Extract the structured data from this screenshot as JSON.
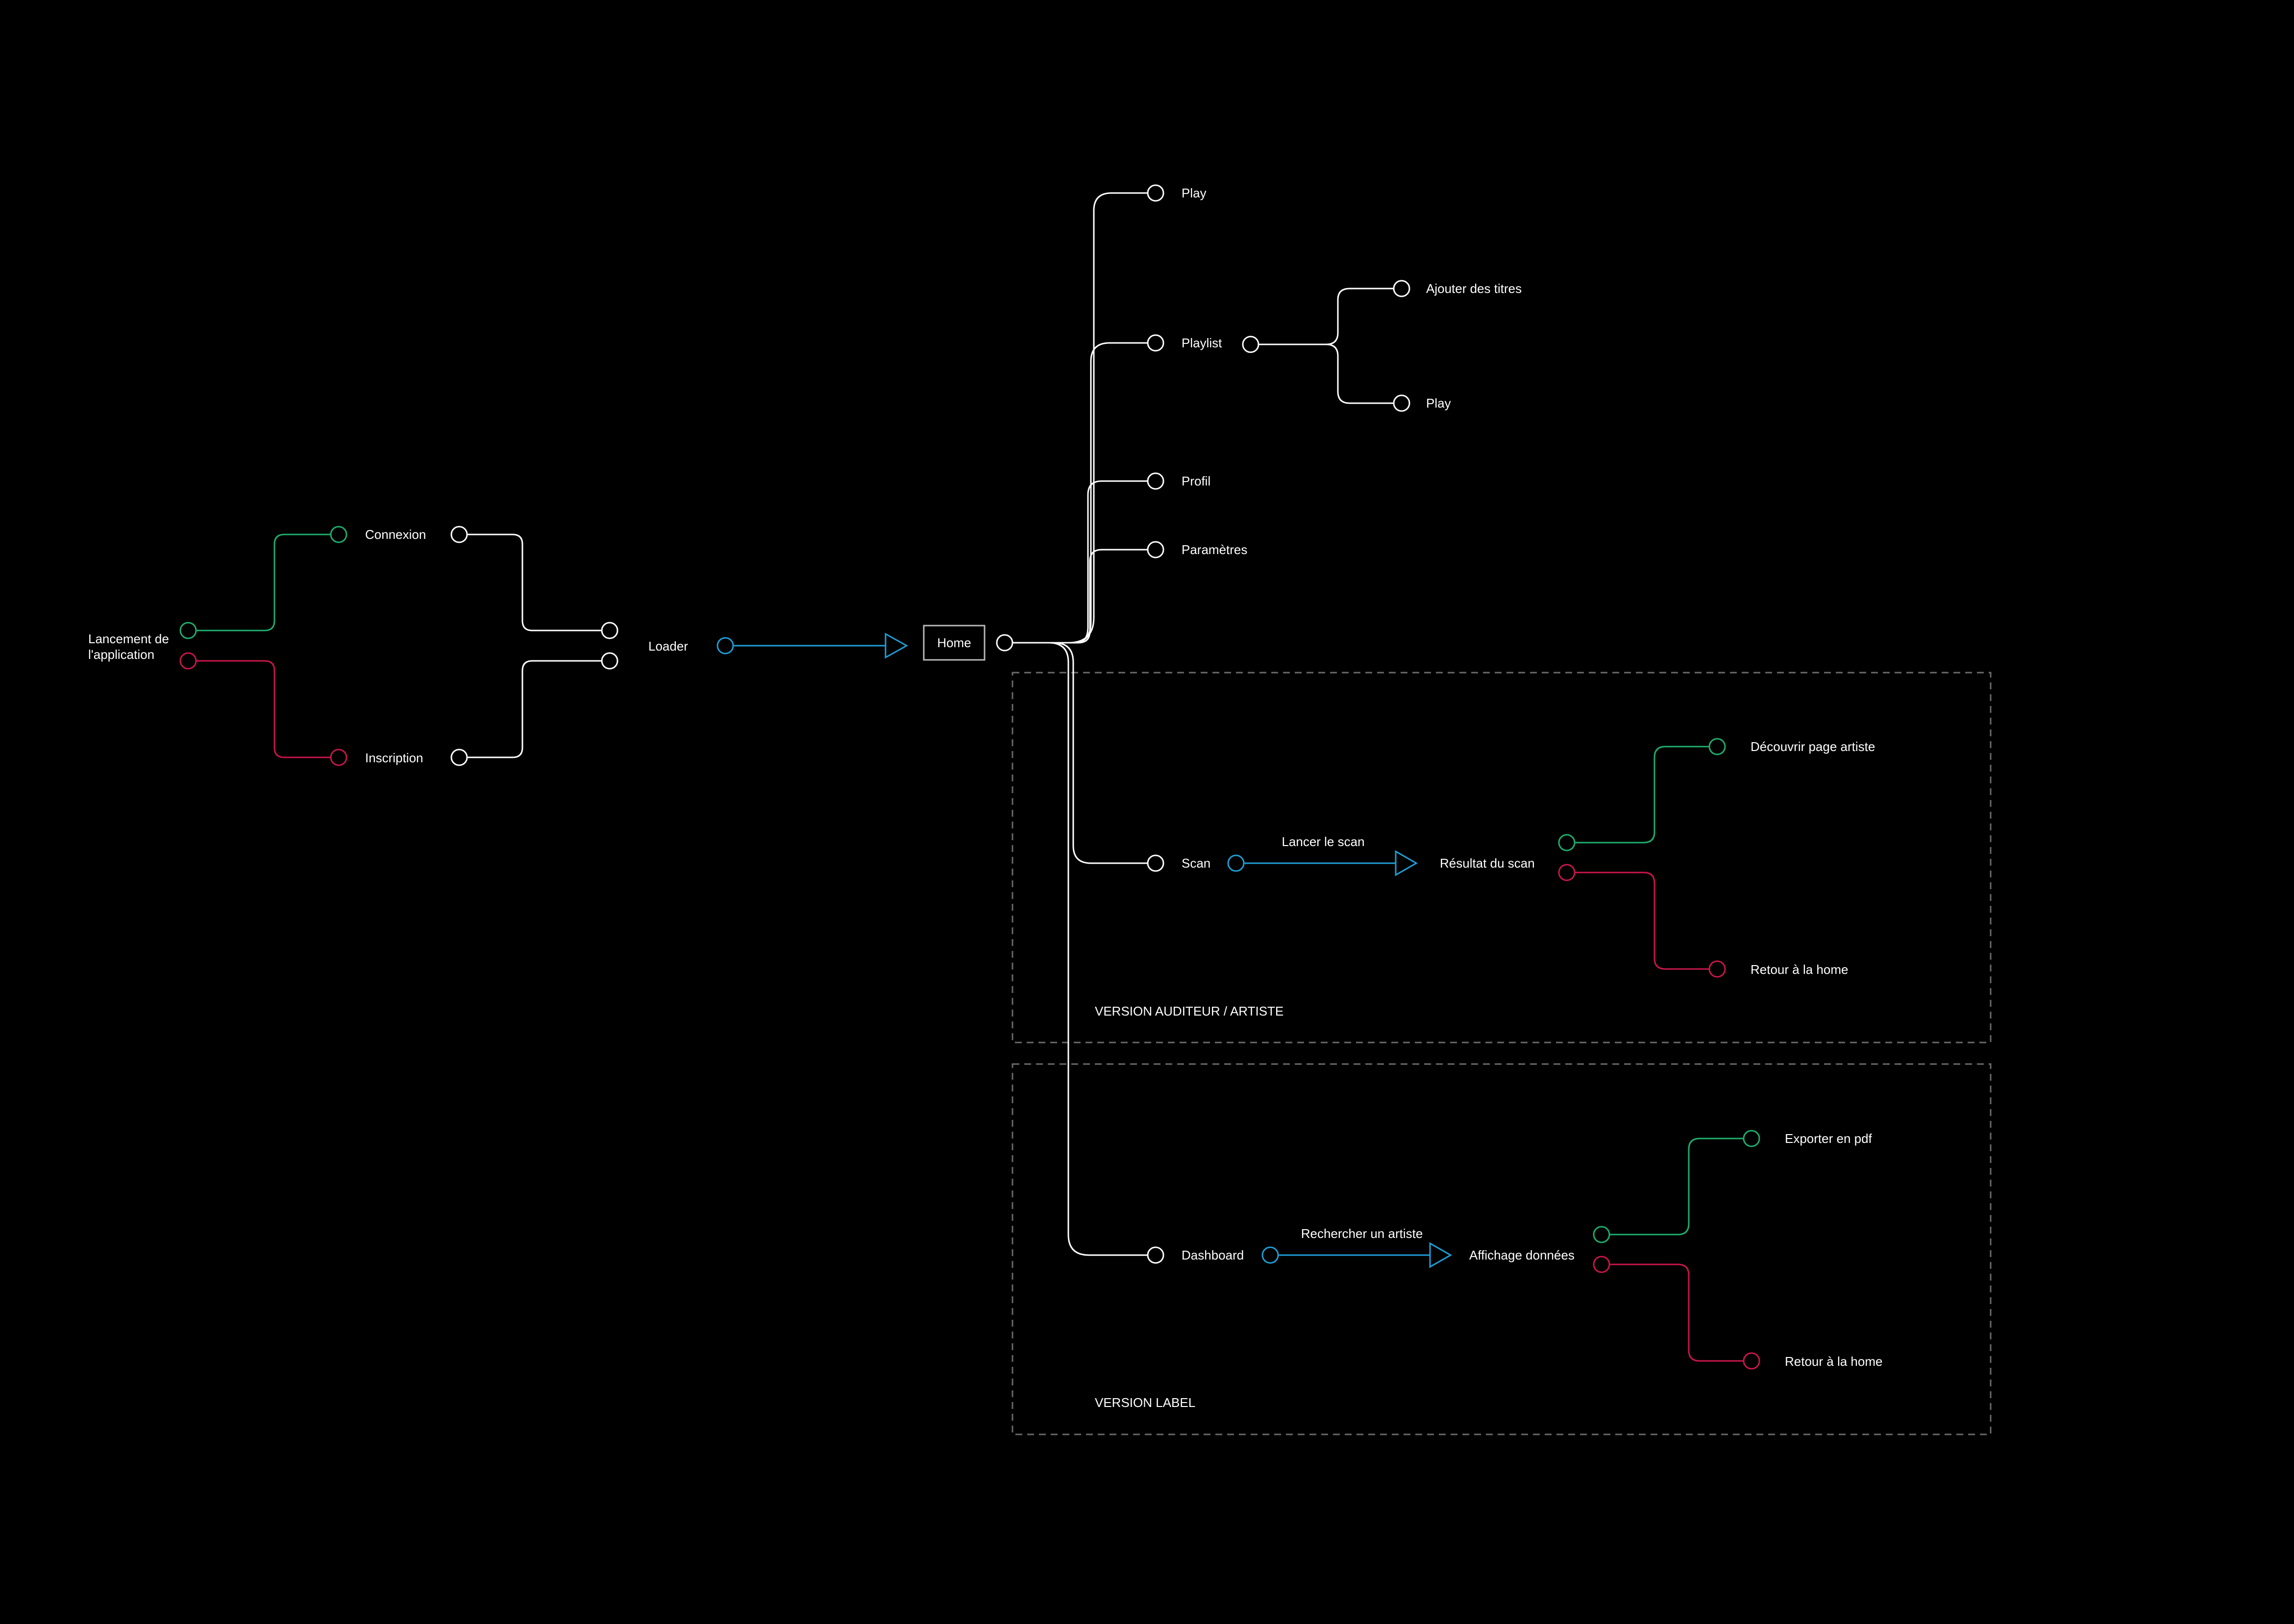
{
  "colors": {
    "background": "#000000",
    "neutral": "#ffffff",
    "success": "#1fae6e",
    "error": "#c8164a",
    "action": "#1e9ed6",
    "group_border": "#6a6a6a"
  },
  "launch": {
    "line1": "Lancement de",
    "line2": "l'application"
  },
  "auth": {
    "login": "Connexion",
    "signup": "Inscription"
  },
  "loader": "Loader",
  "home": "Home",
  "home_menu": {
    "play": "Play",
    "playlist": "Playlist",
    "playlist_add": "Ajouter des titres",
    "playlist_play": "Play",
    "profile": "Profil",
    "settings": "Paramètres"
  },
  "listener_version": {
    "title": "VERSION AUDITEUR / ARTISTE",
    "scan": "Scan",
    "action": "Lancer le scan",
    "result": "Résultat du scan",
    "success": "Découvrir page artiste",
    "fail": "Retour à la home"
  },
  "label_version": {
    "title": "VERSION LABEL",
    "dashboard": "Dashboard",
    "action": "Rechercher un artiste",
    "result": "Affichage données",
    "success": "Exporter en pdf",
    "fail": "Retour à la home"
  }
}
